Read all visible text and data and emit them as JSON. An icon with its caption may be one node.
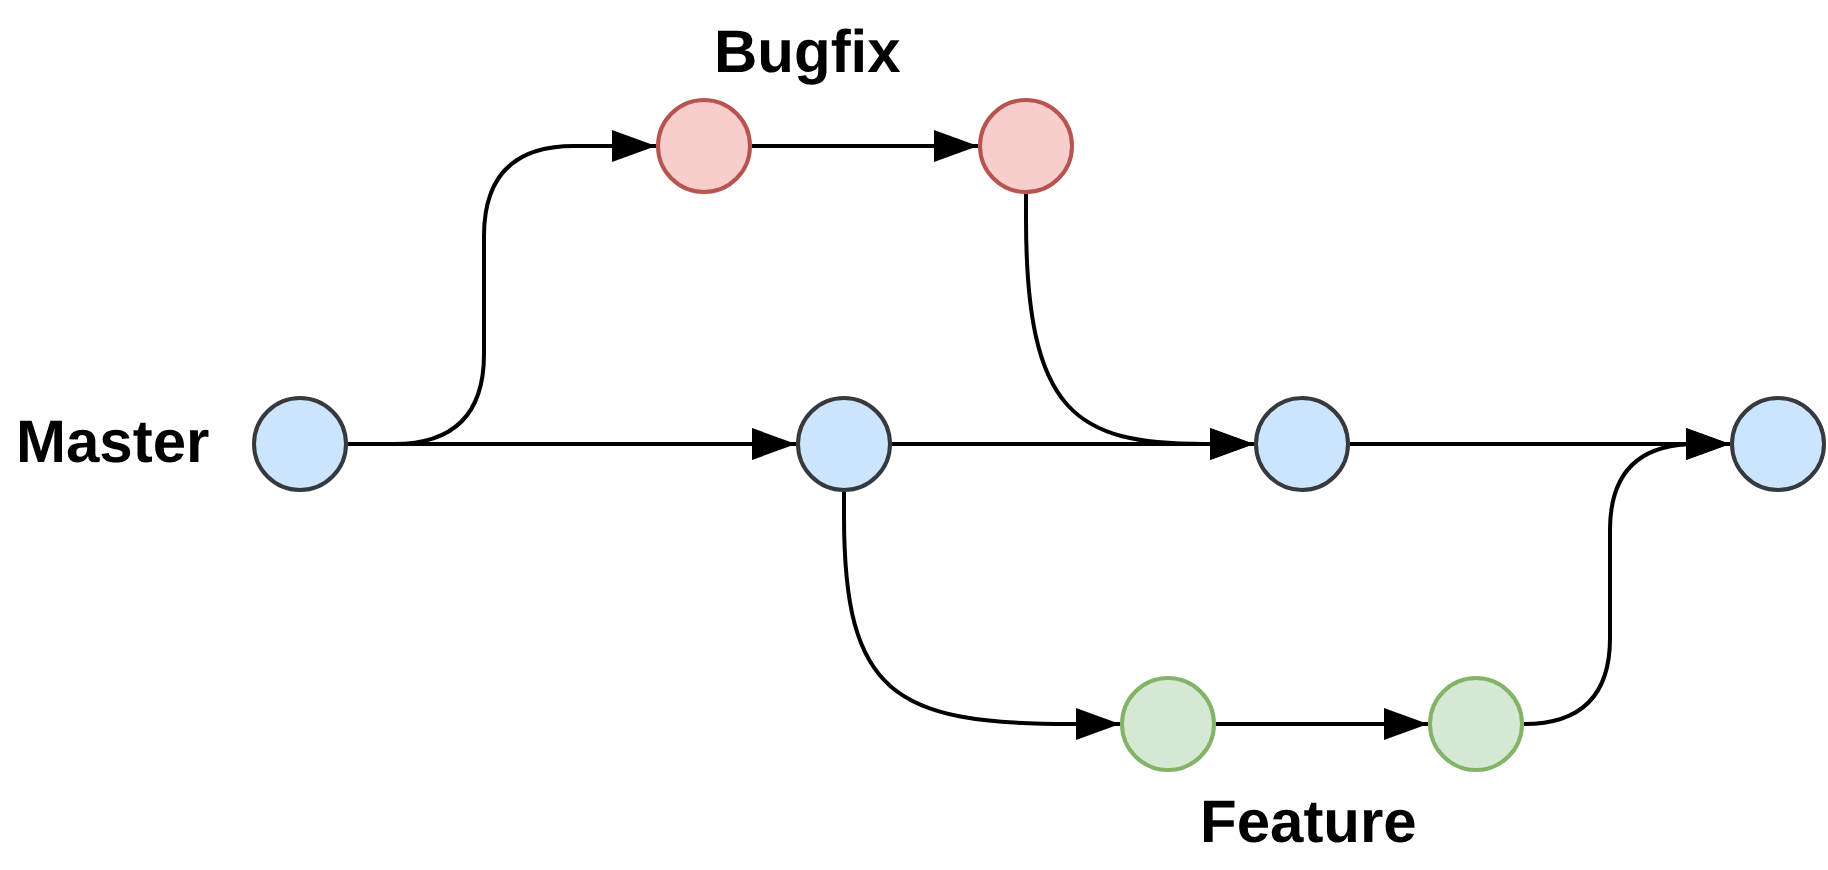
{
  "diagram": {
    "nodes": [
      {
        "text": [],
        "shape": "circle"
      },
      {
        "text": [],
        "shape": "circle"
      },
      {
        "text": [],
        "shape": "circle"
      },
      {
        "text": [],
        "shape": "circle"
      },
      {
        "text": [],
        "shape": "circle"
      },
      {
        "text": [],
        "shape": "circle"
      },
      {
        "text": [],
        "shape": "circle"
      },
      {
        "text": [],
        "shape": "circle"
      }
    ],
    "edges": [
      {
        "from": 0,
        "to": 1,
        "arrow": "to"
      },
      {
        "from": 1,
        "to": 2,
        "arrow": "to"
      },
      {
        "from": 0,
        "to": 3,
        "arrow": "to"
      },
      {
        "from": 3,
        "to": 4,
        "arrow": "to"
      },
      {
        "from": 2,
        "to": 4,
        "arrow": "to"
      },
      {
        "from": 4,
        "to": 5,
        "arrow": "to"
      },
      {
        "from": 3,
        "to": 6,
        "arrow": "to"
      },
      {
        "from": 6,
        "to": 7,
        "arrow": "to"
      },
      {
        "from": 7,
        "to": 5,
        "arrow": "to"
      }
    ],
    "labels": [
      "Master",
      "Bugfix",
      "Feature"
    ]
  }
}
